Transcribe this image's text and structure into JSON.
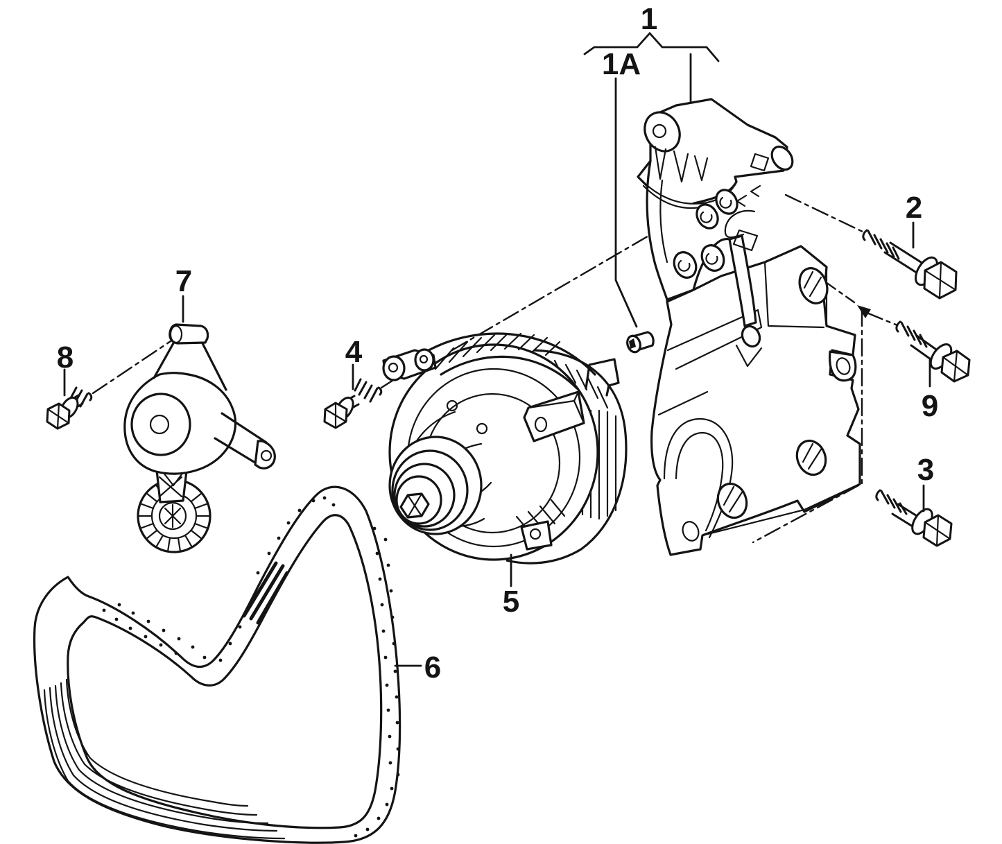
{
  "diagram": {
    "background_color": "#ffffff",
    "line_color": "#141414",
    "callouts": {
      "c1": "1",
      "c1a": "1A",
      "c2": "2",
      "c3": "3",
      "c4": "4",
      "c5": "5",
      "c6": "6",
      "c7": "7",
      "c8": "8",
      "c9": "9"
    }
  }
}
